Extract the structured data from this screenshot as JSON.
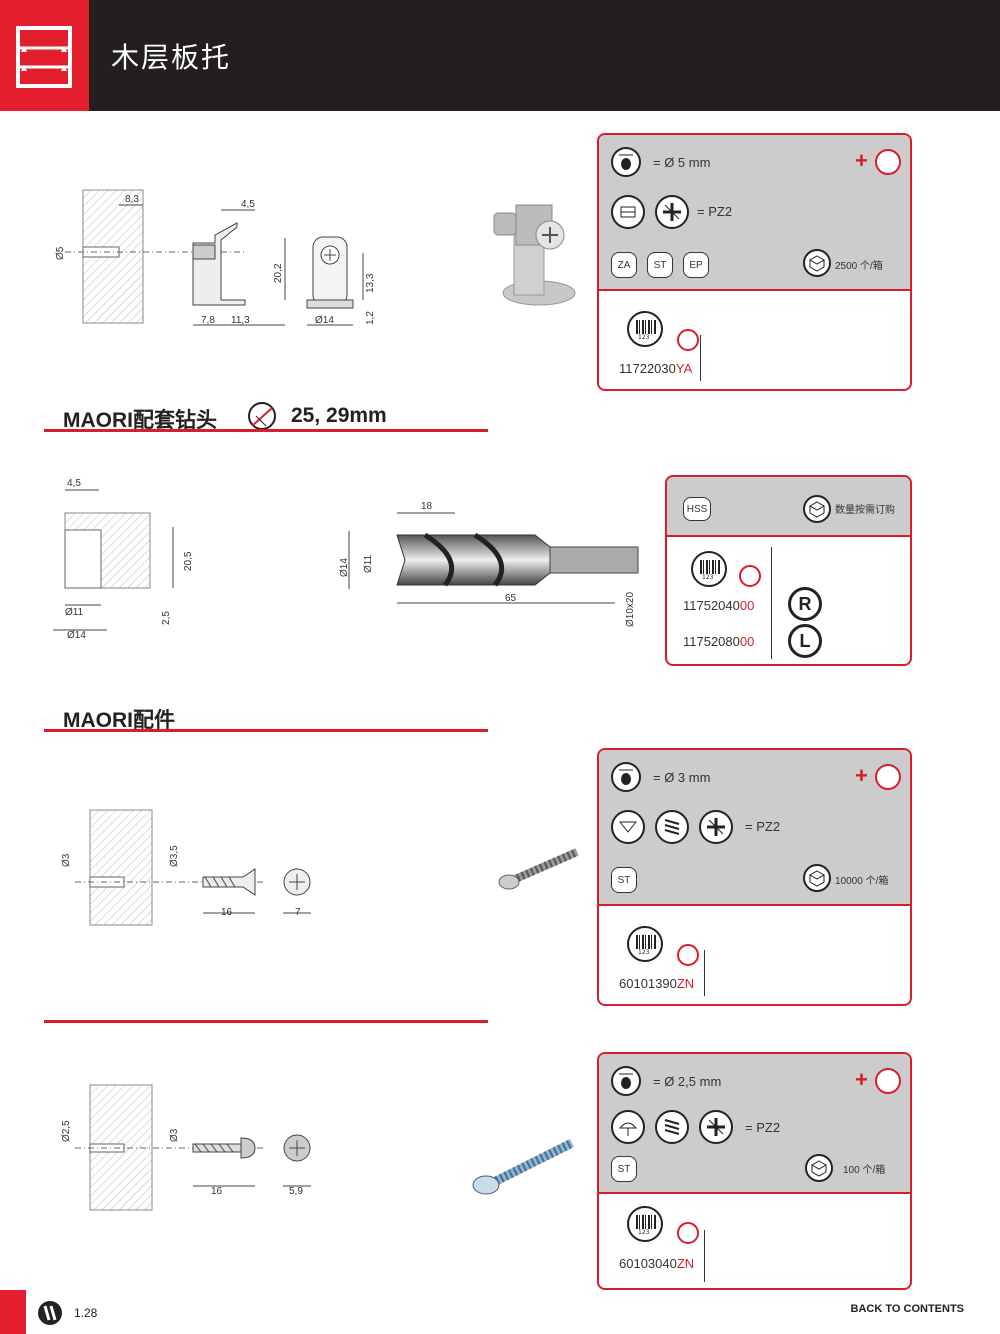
{
  "header": {
    "title": "木层板托"
  },
  "sections": {
    "drill_title": "MAORI配套钻头",
    "drill_size": "25, 29mm",
    "accessories_title": "MAORI配件"
  },
  "drawing1": {
    "d1": "8,3",
    "d2": "4,5",
    "d3": "Ø5",
    "d4": "20,2",
    "d5": "13,3",
    "d6": "7,8",
    "d7": "11,3",
    "d8": "Ø14",
    "d9": "1,2"
  },
  "drawing2": {
    "a": "4,5",
    "b": "20,5",
    "c": "Ø11",
    "d": "2,5",
    "e": "Ø14"
  },
  "drawing3": {
    "a": "18",
    "b": "Ø14",
    "c": "Ø11",
    "d": "65",
    "e": "Ø10x20"
  },
  "drawing4": {
    "a": "Ø3",
    "b": "Ø3,5",
    "c": "16",
    "d": "7"
  },
  "drawing5": {
    "a": "Ø2,5",
    "b": "Ø3",
    "c": "16",
    "d": "5,9"
  },
  "card1": {
    "hole": "= Ø 5 mm",
    "drive": "= PZ2",
    "tags": [
      "ZA",
      "ST",
      "EP"
    ],
    "pack": "2500 个/箱",
    "code_main": "11722030",
    "code_suffix": "YA",
    "digits": "123"
  },
  "card2": {
    "tag": "HSS",
    "pack": "数量按需订购",
    "codes": [
      {
        "main": "11752040",
        "suffix": "00",
        "dir": "R"
      },
      {
        "main": "11752080",
        "suffix": "00",
        "dir": "L"
      }
    ],
    "digits": "123"
  },
  "card3": {
    "hole": "= Ø 3 mm",
    "drive": "= PZ2",
    "tag": "ST",
    "pack": "10000 个/箱",
    "code_main": "60101390",
    "code_suffix": "ZN",
    "digits": "123"
  },
  "card4": {
    "hole": "= Ø 2,5 mm",
    "drive": "= PZ2",
    "tag": "ST",
    "pack": "100 个/箱",
    "code_main": "60103040",
    "code_suffix": "ZN",
    "digits": "123"
  },
  "footer": {
    "page": "1.28",
    "back": "BACK TO CONTENTS"
  },
  "colors": {
    "accent": "#d81e2a",
    "header_bg": "#231f20",
    "card_top": "#cccccc"
  }
}
